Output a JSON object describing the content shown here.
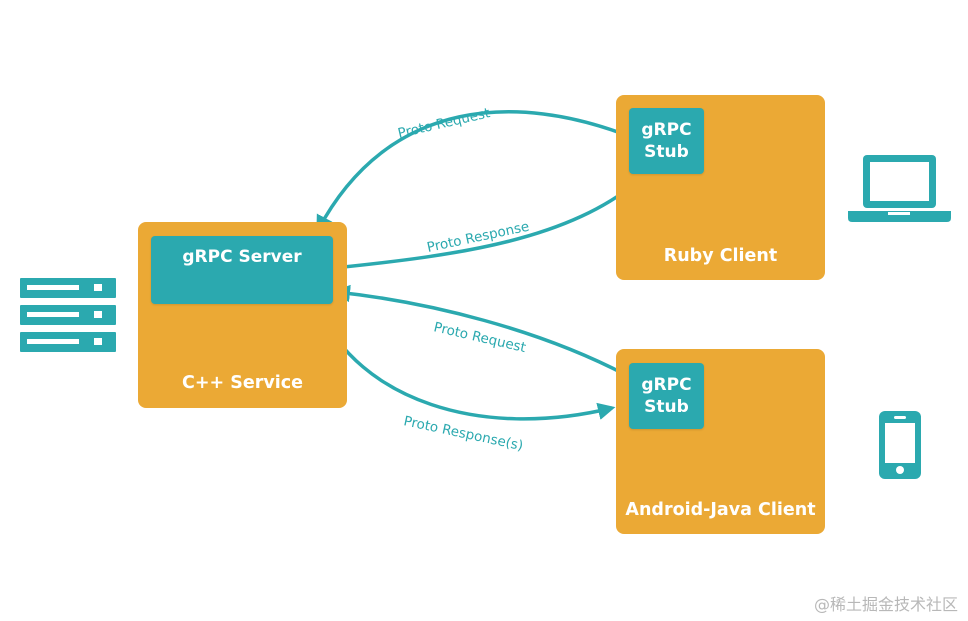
{
  "colors": {
    "service_box": "#EBA935",
    "grpc_component": "#2BA9AF",
    "arrow": "#2BA9AF",
    "device_icon": "#2BA9AF",
    "watermark": "#b8b8b8"
  },
  "nodes": {
    "cpp_service": {
      "label": "C++ Service",
      "component": "gRPC Server"
    },
    "ruby_client": {
      "label": "Ruby Client",
      "component_line1": "gRPC",
      "component_line2": "Stub"
    },
    "android_client": {
      "label": "Android-Java Client",
      "component_line1": "gRPC",
      "component_line2": "Stub"
    }
  },
  "edges": [
    {
      "from": "ruby_client",
      "to": "cpp_service",
      "label": "Proto Request"
    },
    {
      "from": "cpp_service",
      "to": "ruby_client",
      "label": "Proto Response"
    },
    {
      "from": "android_client",
      "to": "cpp_service",
      "label": "Proto Request"
    },
    {
      "from": "cpp_service",
      "to": "android_client",
      "label": "Proto Response(s)"
    }
  ],
  "icons": [
    "server-rack-icon",
    "laptop-icon",
    "smartphone-icon"
  ],
  "watermark": "@稀土掘金技术社区"
}
